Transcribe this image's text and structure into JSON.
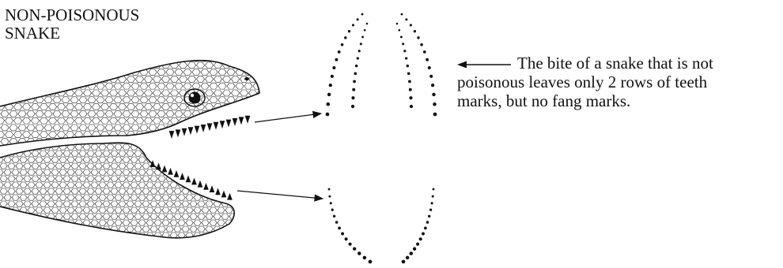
{
  "heading": {
    "line1": "NON-POISONOUS",
    "line2": "SNAKE"
  },
  "caption": {
    "line1": "The bite of a snake that is not",
    "line2": "poisonous leaves only 2 rows of teeth",
    "line3": "marks, but no fang marks."
  },
  "colors": {
    "ink": "#111111",
    "background": "#ffffff"
  },
  "icons": {
    "caption_pointer": "left-arrow-icon"
  }
}
